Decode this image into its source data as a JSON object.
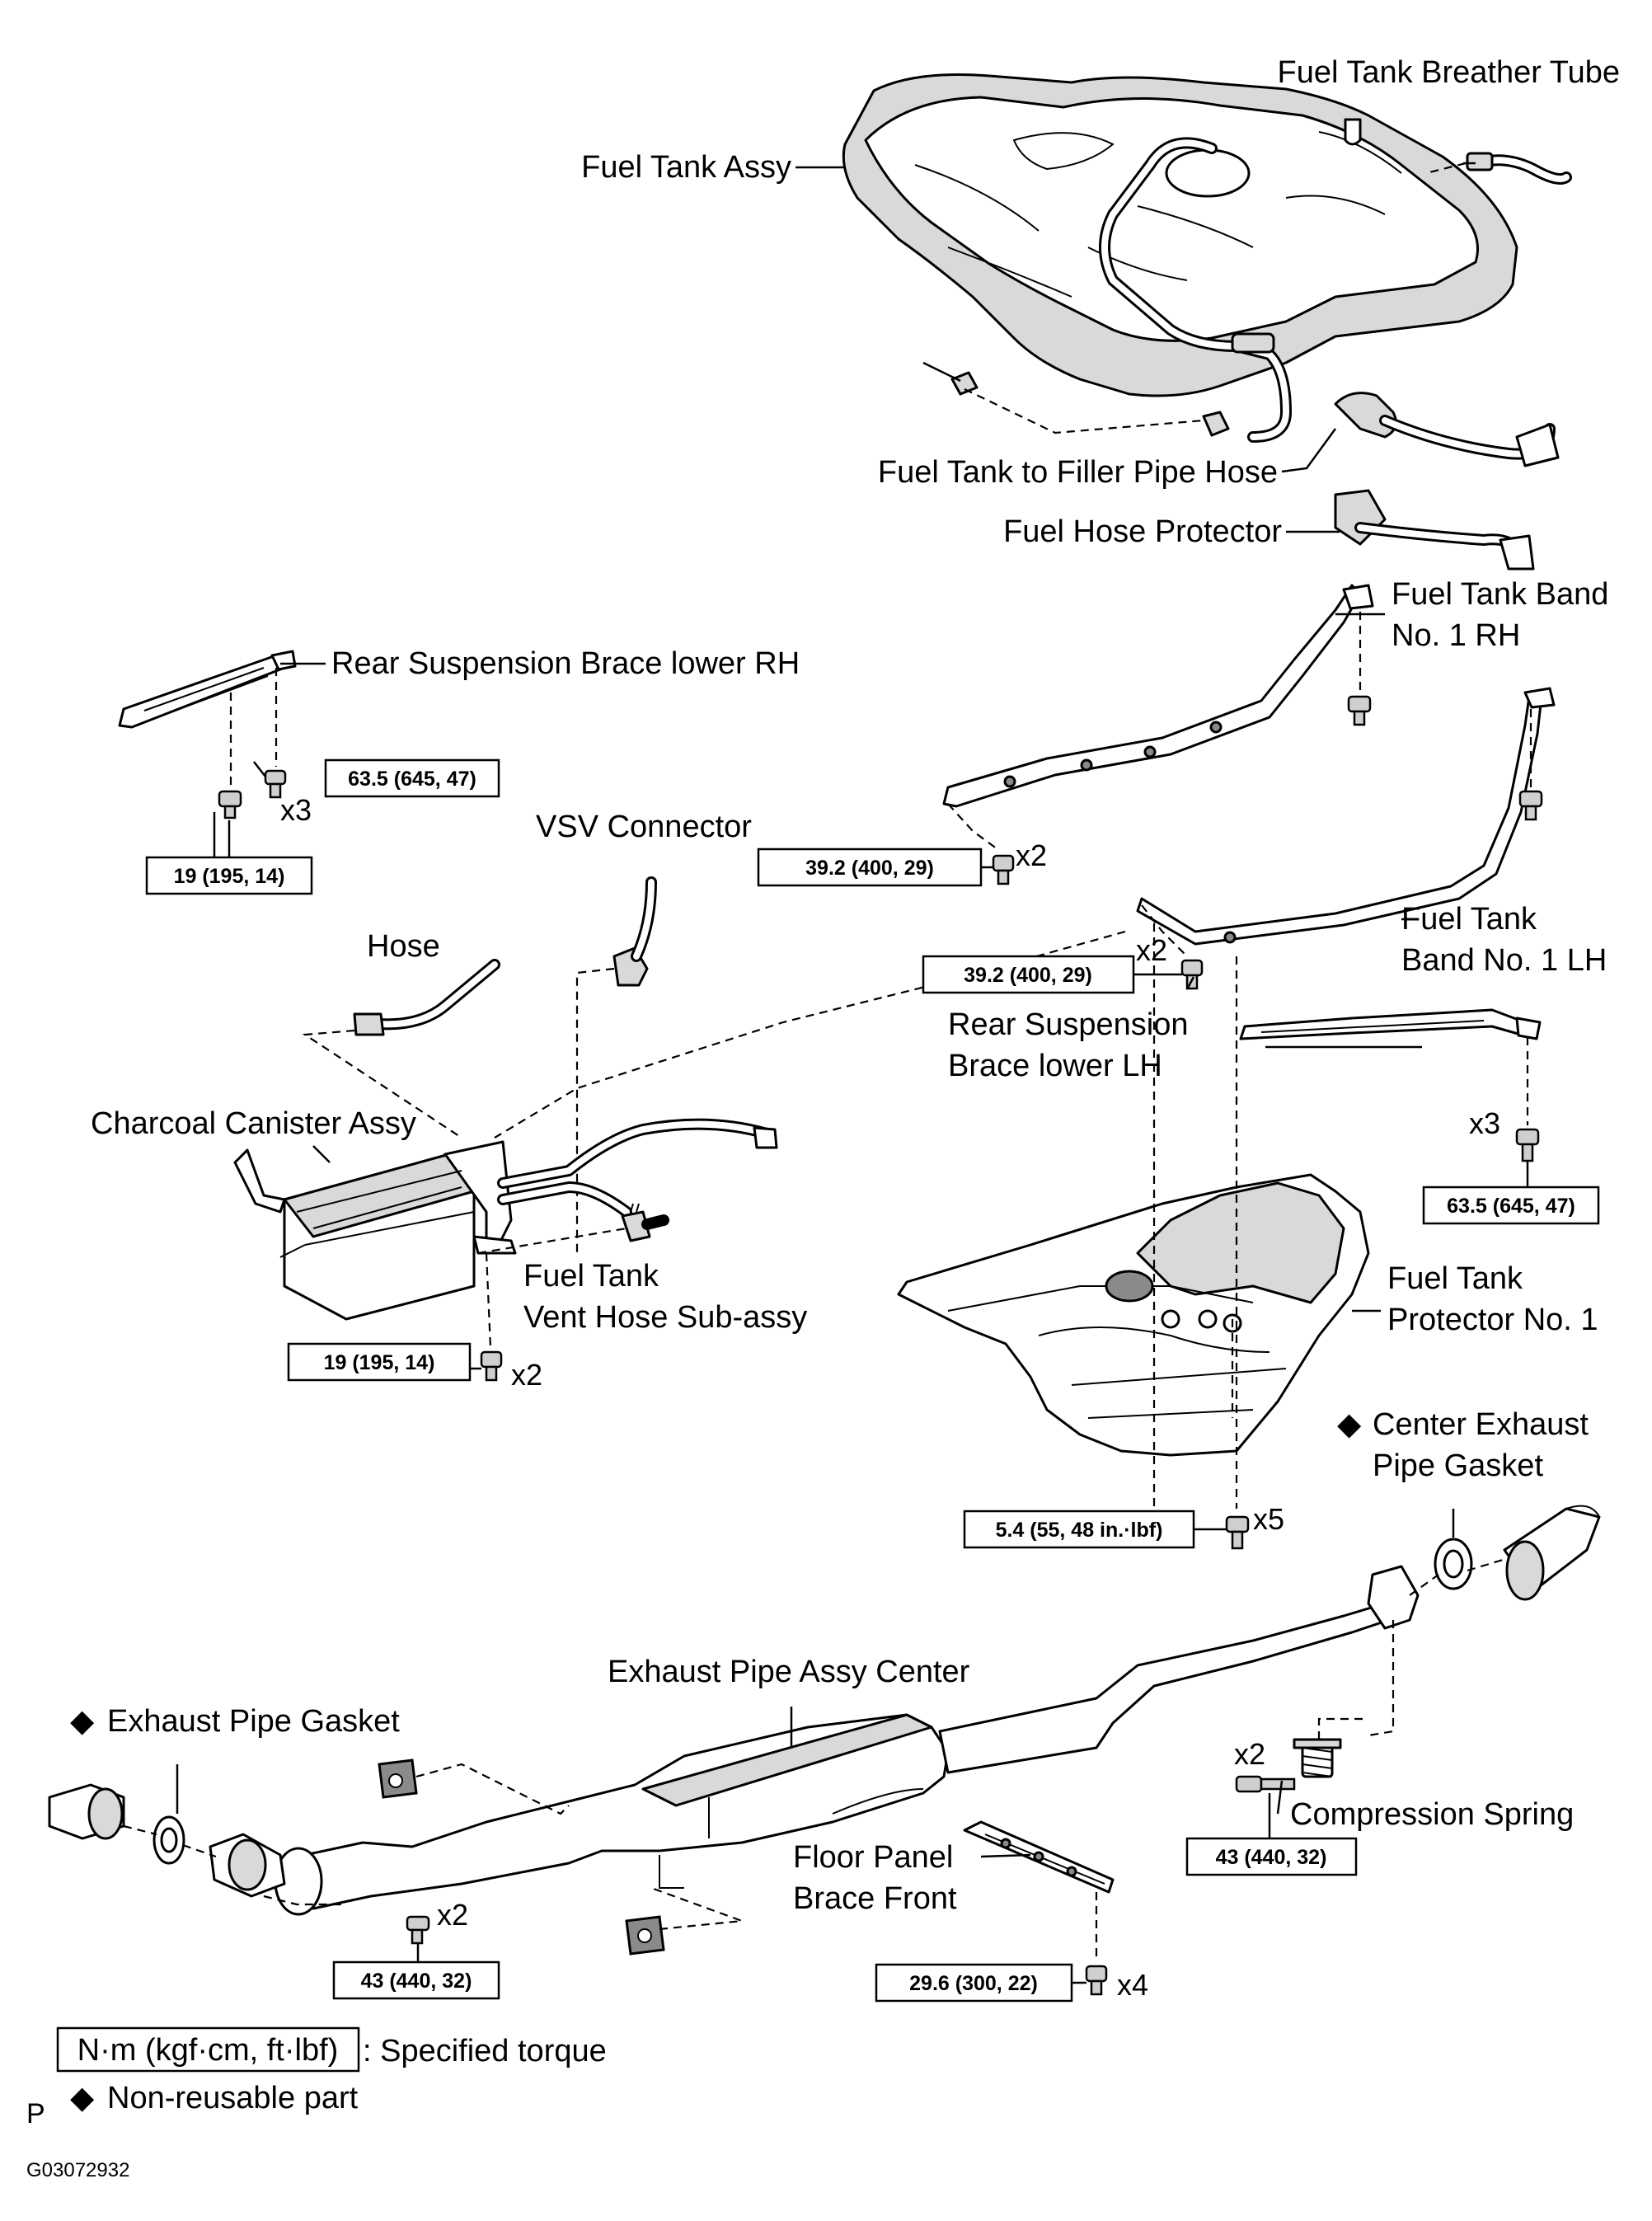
{
  "labels": {
    "fuel_tank_breather_tube": "Fuel Tank Breather Tube",
    "fuel_tank_assy": "Fuel Tank Assy",
    "fuel_tank_to_filler_pipe_hose": "Fuel Tank to Filler Pipe Hose",
    "fuel_hose_protector": "Fuel Hose Protector",
    "fuel_tank_band_rh_1": "Fuel Tank Band",
    "fuel_tank_band_rh_2": "No. 1 RH",
    "rear_suspension_brace_lower_rh": "Rear Suspension Brace lower RH",
    "vsv_connector": "VSV Connector",
    "hose": "Hose",
    "fuel_tank_band_lh_1": "Fuel Tank",
    "fuel_tank_band_lh_2": "Band No. 1 LH",
    "rear_suspension_brace_lower_lh_1": "Rear Suspension",
    "rear_suspension_brace_lower_lh_2": "Brace lower LH",
    "charcoal_canister_assy": "Charcoal Canister Assy",
    "fuel_tank_vent_hose_1": "Fuel Tank",
    "fuel_tank_vent_hose_2": "Vent Hose Sub-assy",
    "fuel_tank_protector_1": "Fuel Tank",
    "fuel_tank_protector_2": "Protector No. 1",
    "center_exhaust_pipe_gasket_1": "Center Exhaust",
    "center_exhaust_pipe_gasket_2": "Pipe Gasket",
    "exhaust_pipe_assy_center": "Exhaust Pipe Assy Center",
    "exhaust_pipe_gasket": "Exhaust Pipe Gasket",
    "compression_spring": "Compression Spring",
    "floor_panel_brace_front_1": "Floor Panel",
    "floor_panel_brace_front_2": "Brace Front"
  },
  "torques": {
    "brace_rh_bolt": "63.5 (645, 47)",
    "brace_rh_nut": "19 (195, 14)",
    "band_rh_bolt": "39.2 (400, 29)",
    "band_lh_bolt": "39.2 (400, 29)",
    "brace_lh_bolt": "63.5 (645, 47)",
    "canister_bolt": "19 (195, 14)",
    "protector_bolt": "5.4 (55, 48 in.·lbf)",
    "spring_bolt": "43 (440, 32)",
    "front_pipe_bolt": "43 (440, 32)",
    "floor_brace_bolt": "29.6 (300, 22)"
  },
  "multipliers": {
    "brace_rh": "x3",
    "band_rh": "x2",
    "band_lh": "x2",
    "brace_lh": "x3",
    "canister": "x2",
    "protector": "x5",
    "spring": "x2",
    "front_pipe": "x2",
    "floor_brace": "x4"
  },
  "symbols": {
    "non_reusable": "◆"
  },
  "legend": {
    "torque_units": "N·m (kgf·cm, ft·lbf)",
    "torque_desc": ": Specified torque",
    "non_reusable_desc": "Non-reusable part"
  },
  "footer": {
    "letter": "P",
    "figure_id": "G03072932"
  }
}
